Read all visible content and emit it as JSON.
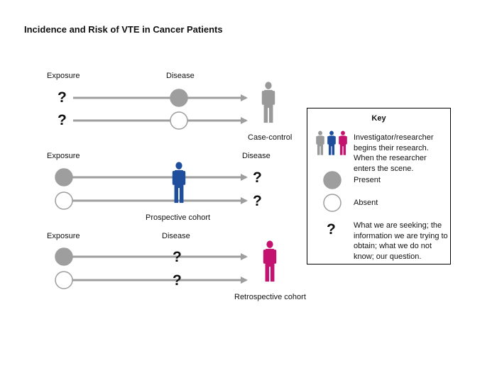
{
  "title": "Incidence and Risk of VTE in Cancer Patients",
  "colors": {
    "line": "#9e9e9e",
    "present": "#9e9e9e",
    "absent_fill": "#ffffff",
    "absent_stroke": "#9e9e9e",
    "researcher_gray": "#999999",
    "researcher_blue": "#1f4e9c",
    "researcher_magenta": "#c4126f"
  },
  "question_mark": "?",
  "designs": {
    "case_control": {
      "exposure": "Exposure",
      "disease": "Disease",
      "caption": "Case-control"
    },
    "prospective": {
      "exposure": "Exposure",
      "disease": "Disease",
      "caption": "Prospective cohort"
    },
    "retrospective": {
      "exposure": "Exposure",
      "disease": "Disease",
      "caption": "Retrospective cohort"
    }
  },
  "key": {
    "title": "Key",
    "researcher": "Investigator/researcher begins their research. When the researcher enters the scene.",
    "present": "Present",
    "absent": "Absent",
    "question": "What we are seeking; the information we are trying to obtain; what we do not know; our question."
  }
}
